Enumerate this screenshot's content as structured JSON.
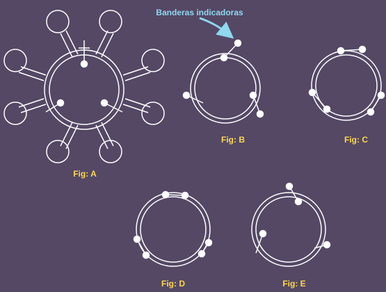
{
  "callout": {
    "text": "Banderas indicadoras"
  },
  "figures": {
    "a": {
      "label": "Fig: A"
    },
    "b": {
      "label": "Fig: B"
    },
    "c": {
      "label": "Fig: C"
    },
    "d": {
      "label": "Fig: D"
    },
    "e": {
      "label": "Fig: E"
    }
  },
  "colors": {
    "background": "#544865",
    "line": "#ffffff",
    "label": "#ffd84a",
    "callout": "#8fd8ee"
  }
}
